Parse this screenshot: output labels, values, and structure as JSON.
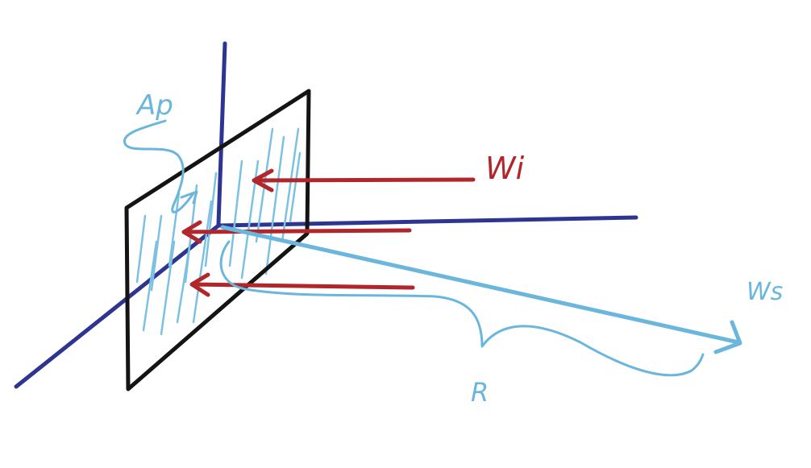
{
  "colors": {
    "axes": "#2e3591",
    "plate": "#141414",
    "incident": "#b0262b",
    "scattered": "#6bb6dc",
    "hatching": "#7cc1e4"
  },
  "labels": {
    "incident_wave": "Wi",
    "scattered_wave": "Ws",
    "plate_area": "Ap",
    "range": "R"
  }
}
